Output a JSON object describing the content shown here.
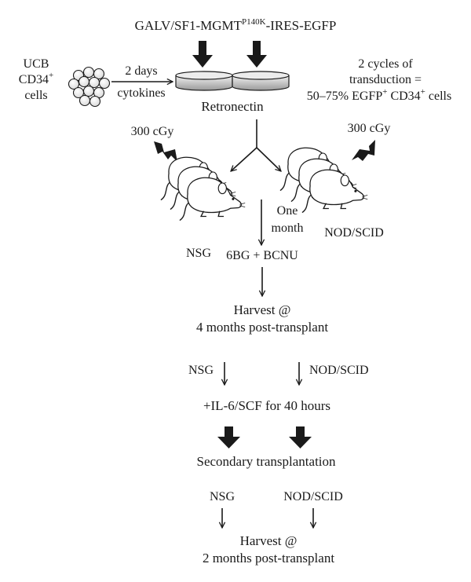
{
  "vector": {
    "prefix": "GALV/SF1-MGMT",
    "superscript": "P140K",
    "suffix": "-IRES-EGFP"
  },
  "source": {
    "line1": "UCB",
    "line2": "CD34",
    "line2_sup": "+",
    "line3": "cells"
  },
  "culture": {
    "duration": "2 days",
    "additive": "cytokines"
  },
  "dish_label": "Retronectin",
  "transduction": {
    "line1": "2 cycles of",
    "line2": "transduction =",
    "line3_a": "50–75% EGFP",
    "line3_sup1": "+",
    "line3_b": " CD34",
    "line3_sup2": "+",
    "line3_c": " cells"
  },
  "irradiation_left": "300 cGy",
  "irradiation_right": "300 cGy",
  "strain_left": "NSG",
  "strain_right": "NOD/SCID",
  "interval": {
    "line1": "One",
    "line2": "month"
  },
  "treatment": "6BG + BCNU",
  "harvest1": {
    "line1": "Harvest @",
    "line2": "4 months post-transplant"
  },
  "split1": {
    "left": "NSG",
    "right": "NOD/SCID"
  },
  "culture2": "+IL-6/SCF for 40 hours",
  "secondary": "Secondary transplantation",
  "split2": {
    "left": "NSG",
    "right": "NOD/SCID"
  },
  "harvest2": {
    "line1": "Harvest @",
    "line2": "2 months post-transplant"
  }
}
